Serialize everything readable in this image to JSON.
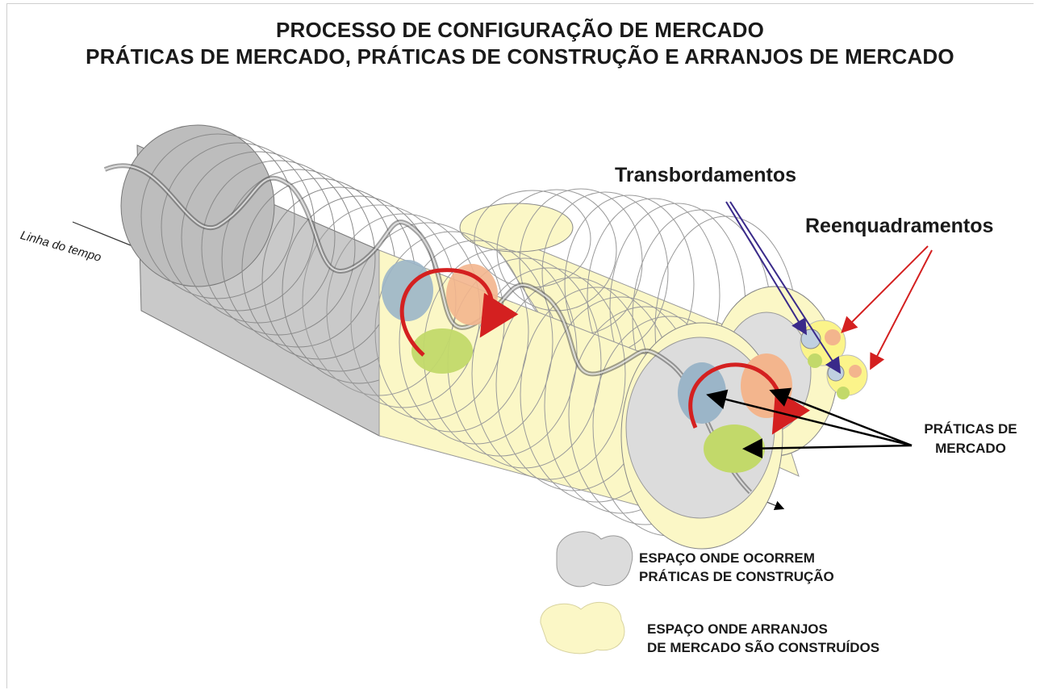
{
  "title": {
    "line1": "PROCESSO DE CONFIGURAÇÃO DE MERCADO",
    "line2": "PRÁTICAS DE MERCADO, PRÁTICAS DE CONSTRUÇÃO  E ARRANJOS DE MERCADO"
  },
  "labels": {
    "timeline": "Linha do tempo",
    "spillovers": "Transbordamentos",
    "reframings": "Reenquadramentos",
    "market_practices_line1": "PRÁTICAS DE",
    "market_practices_line2": "MERCADO"
  },
  "legend": [
    {
      "line1": "ESPAÇO ONDE OCORREM",
      "line2": "PRÁTICAS DE CONSTRUÇÃO",
      "color": "#dcdcdc"
    },
    {
      "line1": "ESPAÇO ONDE ARRANJOS",
      "line2": "DE MERCADO SÃO CONSTRUÍDOS",
      "color": "#fbf7c6"
    }
  ],
  "colors": {
    "grey_space": "#d9d9d9",
    "yellow_space": "#fbf7c6",
    "blue_practice": "#9bb5c8",
    "orange_practice": "#f3b58d",
    "green_practice": "#c2d96a",
    "red_arrow": "#d42020",
    "blue_arrow": "#3a2a8a",
    "black_arrow": "#000000"
  }
}
